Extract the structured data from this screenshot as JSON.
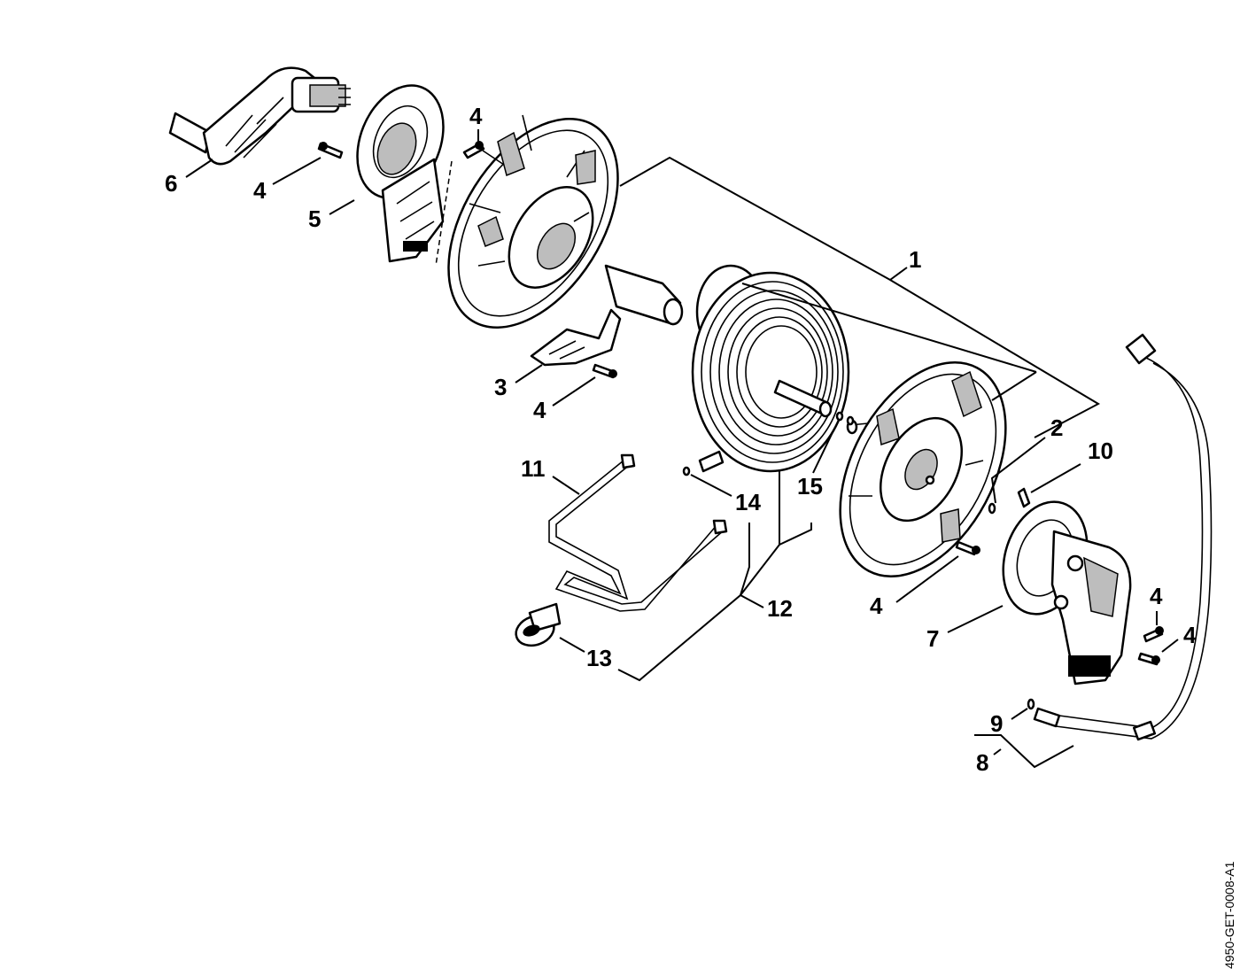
{
  "drawing_code": "4950-GET-0008-A1",
  "callouts": {
    "c1": "1",
    "c2": "2",
    "c3": "3",
    "c4a": "4",
    "c4b": "4",
    "c4c": "4",
    "c4d": "4",
    "c4e": "4",
    "c4f": "4",
    "c5": "5",
    "c6": "6",
    "c7": "7",
    "c8": "8",
    "c9": "9",
    "c10": "10",
    "c11": "11",
    "c12": "12",
    "c13": "13",
    "c14": "14",
    "c15": "15"
  }
}
